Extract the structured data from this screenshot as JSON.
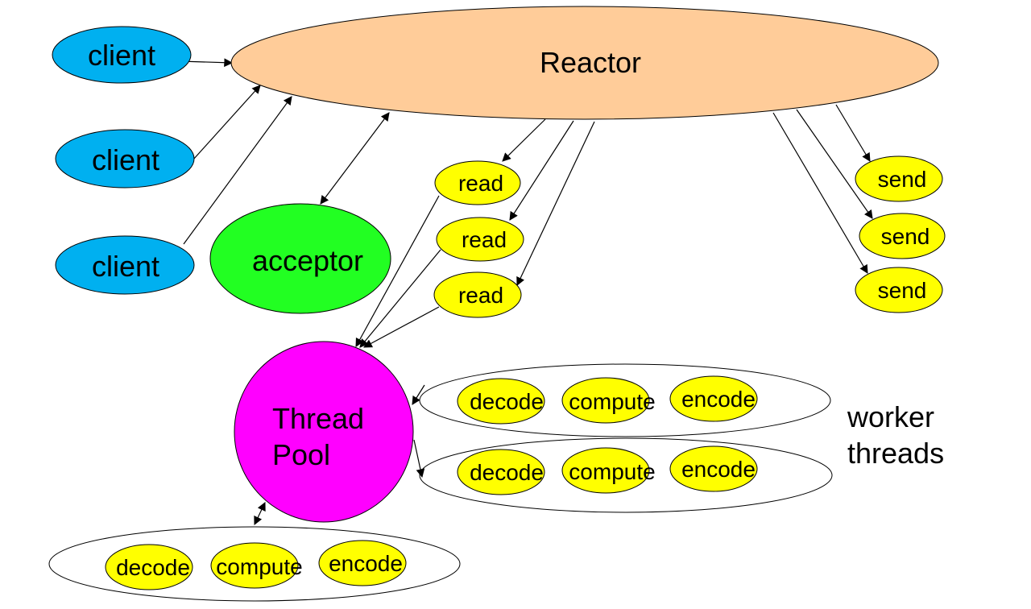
{
  "reactor": {
    "label": "Reactor",
    "color": "#ffcc99"
  },
  "clients": [
    {
      "label": "client"
    },
    {
      "label": "client"
    },
    {
      "label": "client"
    }
  ],
  "client_color": "#00b0f0",
  "acceptor": {
    "label": "acceptor",
    "color": "#22ff22"
  },
  "reads": [
    {
      "label": "read"
    },
    {
      "label": "read"
    },
    {
      "label": "read"
    }
  ],
  "sends": [
    {
      "label": "send"
    },
    {
      "label": "send"
    },
    {
      "label": "send"
    }
  ],
  "task_color": "#ffff00",
  "thread_pool": {
    "line1": "Thread",
    "line2": "Pool",
    "color": "#ff00ff"
  },
  "worker_groups": [
    {
      "tasks": [
        "decode",
        "compute",
        "encode"
      ]
    },
    {
      "tasks": [
        "decode",
        "compute",
        "encode"
      ]
    },
    {
      "tasks": [
        "decode",
        "compute",
        "encode"
      ]
    }
  ],
  "worker_label": {
    "line1": "worker",
    "line2": "threads"
  }
}
